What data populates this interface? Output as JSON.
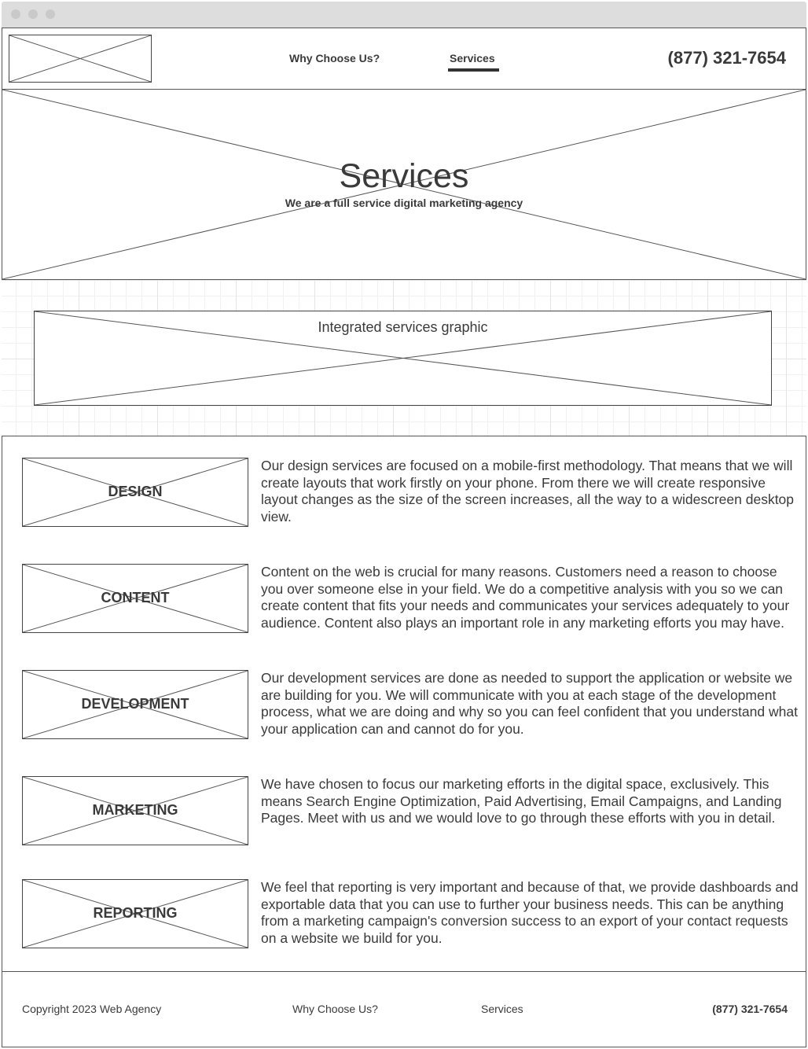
{
  "header": {
    "nav": [
      {
        "label": "Why Choose Us?"
      },
      {
        "label": "Services"
      }
    ],
    "phone": "(877) 321-7654"
  },
  "hero": {
    "title": "Services",
    "subtitle": "We are a full service digital marketing agency"
  },
  "graphic": {
    "label": "Integrated services graphic"
  },
  "services": [
    {
      "label": "DESIGN",
      "text": "Our design services are focused on a mobile-first methodology. That means that we will create layouts that work firstly on your phone. From there we will create responsive layout changes as the size of the screen increases, all the way to a widescreen desktop view."
    },
    {
      "label": "CONTENT",
      "text": "Content on the web is crucial for many reasons. Customers need a reason to choose you over someone else in your field. We do a competitive analysis with you so we can create content that fits your needs and communicates your services adequately to your audience. Content also plays an important role in any marketing efforts you may have."
    },
    {
      "label": "DEVELOPMENT",
      "text": "Our development services are done as needed to support the application or website we are building for you. We will communicate with you at each stage of the development process, what we are doing and why so you can feel confident that you understand what your application can and cannot do for you."
    },
    {
      "label": "MARKETING",
      "text": "We have chosen to focus our marketing efforts in the digital space, exclusively. This means Search Engine Optimization, Paid Advertising, Email Campaigns, and Landing Pages. Meet with us and we would love to go through these efforts with you in detail."
    },
    {
      "label": "REPORTING",
      "text": "We feel that reporting is very important and because of that, we provide dashboards and exportable data that you can use to further your business needs. This can be anything from a marketing campaign's conversion success to an export of your contact requests on a website we build for you."
    }
  ],
  "footer": {
    "copyright": "Copyright 2023 Web Agency",
    "nav": [
      {
        "label": "Why Choose Us?"
      },
      {
        "label": "Services"
      }
    ],
    "phone": "(877) 321-7654"
  },
  "colors": {
    "line": "#555555",
    "text": "#3a3a3a",
    "chrome": "#dddddd"
  }
}
